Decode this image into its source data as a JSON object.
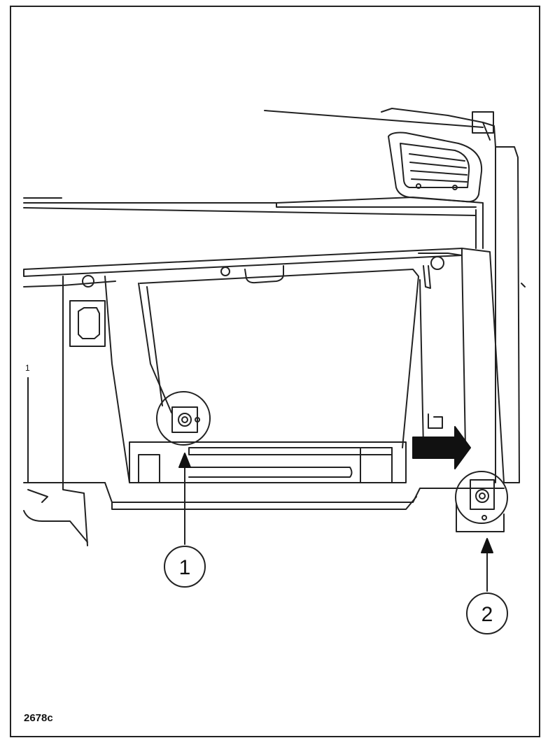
{
  "figure": {
    "reference": "2678c",
    "callouts": [
      {
        "label": "1",
        "target": "glovebox-lower-left-screw"
      },
      {
        "label": "2",
        "target": "glovebox-lower-right-screw"
      }
    ],
    "side_mark": "1",
    "direction_arrow": "right",
    "colors": {
      "line": "#222222",
      "fill": "#ffffff",
      "arrow": "#111111"
    }
  }
}
